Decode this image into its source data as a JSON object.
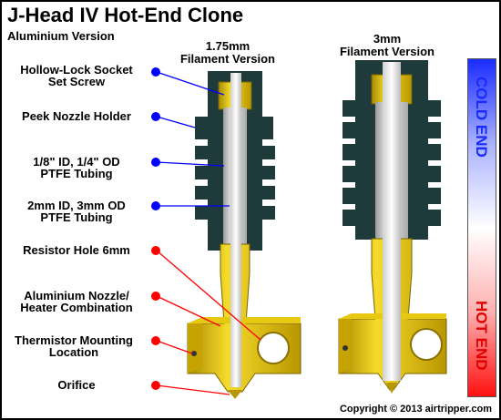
{
  "title": "J-Head IV Hot-End Clone",
  "subtitle": "Aluminium Version",
  "views": {
    "left_header": [
      "1.75mm",
      "Filament Version"
    ],
    "right_header": [
      "3mm",
      "Filament Version"
    ]
  },
  "labels": [
    {
      "lines": [
        "Hollow-Lock Socket",
        "Set Screw"
      ],
      "dot_color": "#0000ff"
    },
    {
      "lines": [
        "Peek Nozzle Holder"
      ],
      "dot_color": "#0000ff"
    },
    {
      "lines": [
        "1/8\" ID, 1/4\" OD",
        "PTFE Tubing"
      ],
      "dot_color": "#0000ff"
    },
    {
      "lines": [
        "2mm ID, 3mm OD",
        "PTFE Tubing"
      ],
      "dot_color": "#0000ff"
    },
    {
      "lines": [
        "Resistor Hole 6mm"
      ],
      "dot_color": "#ff0000"
    },
    {
      "lines": [
        "Aluminium Nozzle/",
        "Heater Combination"
      ],
      "dot_color": "#ff0000"
    },
    {
      "lines": [
        "Thermistor Mounting",
        "Location"
      ],
      "dot_color": "#ff0000"
    },
    {
      "lines": [
        "Orifice"
      ],
      "dot_color": "#ff0000"
    }
  ],
  "side_bar": {
    "cold_label": "COLD END",
    "hot_label": "HOT END"
  },
  "copyright": "Copyright © 2013 airtripper.com",
  "colors": {
    "peek": "#1f3a3a",
    "brass": "#d4b000",
    "ptfe": "#c8c8c8",
    "cold": "#1a2bff",
    "hot": "#ff1010"
  }
}
